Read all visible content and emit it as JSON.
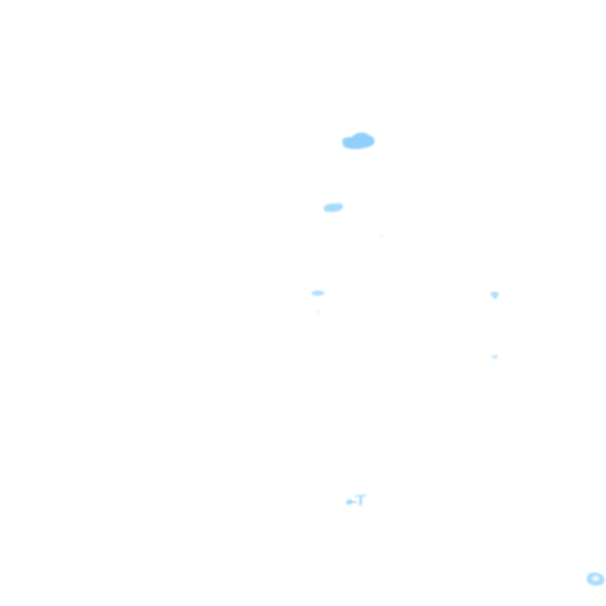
{
  "background_color": "#ffffff",
  "mark_color": "#8fd0fb",
  "mark_color_light": "#c9e7fc",
  "marks": [
    {
      "name": "large-blob",
      "shape": "cloud"
    },
    {
      "name": "medium-blob",
      "shape": "oval"
    },
    {
      "name": "speck-a",
      "shape": "dot"
    },
    {
      "name": "small-blob-left",
      "shape": "oval"
    },
    {
      "name": "speck-b",
      "shape": "dot"
    },
    {
      "name": "small-blob-right",
      "shape": "drop"
    },
    {
      "name": "tiny-blob-right",
      "shape": "drop"
    },
    {
      "name": "squiggle-blob",
      "shape": "squiggle"
    },
    {
      "name": "corner-blob",
      "shape": "ring"
    }
  ]
}
